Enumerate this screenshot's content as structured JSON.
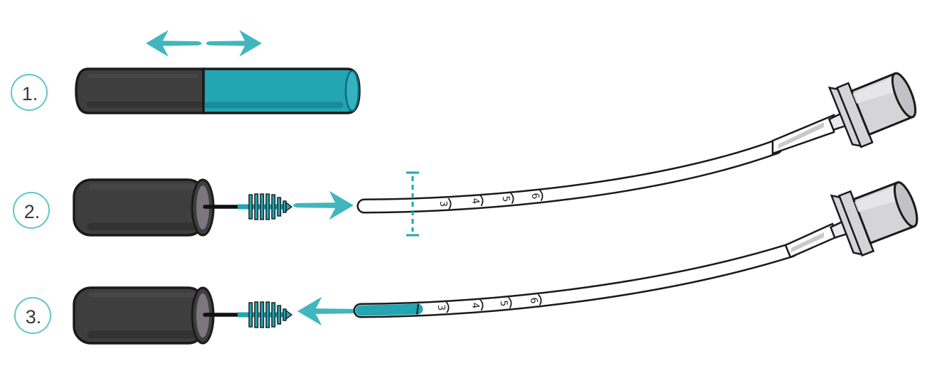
{
  "steps": [
    {
      "label": "1."
    },
    {
      "label": "2."
    },
    {
      "label": "3."
    }
  ],
  "catheter_markings": [
    "3",
    "4",
    "5",
    "6"
  ],
  "icons": {
    "step1": "twist-double-arrow",
    "step2": "insert-right-arrow",
    "step3": "withdraw-left-arrow",
    "measure": "dashed-depth-line"
  },
  "colors": {
    "teal": "#23a5b2",
    "teal-dark": "#1b8894",
    "arrow": "#41b6bd",
    "tube": "#3e3e3e",
    "tube-dark": "#2c2c2c",
    "outline": "#1a1a1a",
    "hub": "#d5d5d8",
    "hub-dark": "#c2c2c6",
    "hub-light": "#e9e9ec",
    "ink": "#3a3a3a",
    "mark-ink": "#1e1e1e",
    "circle-border": "#5fc6cc"
  }
}
